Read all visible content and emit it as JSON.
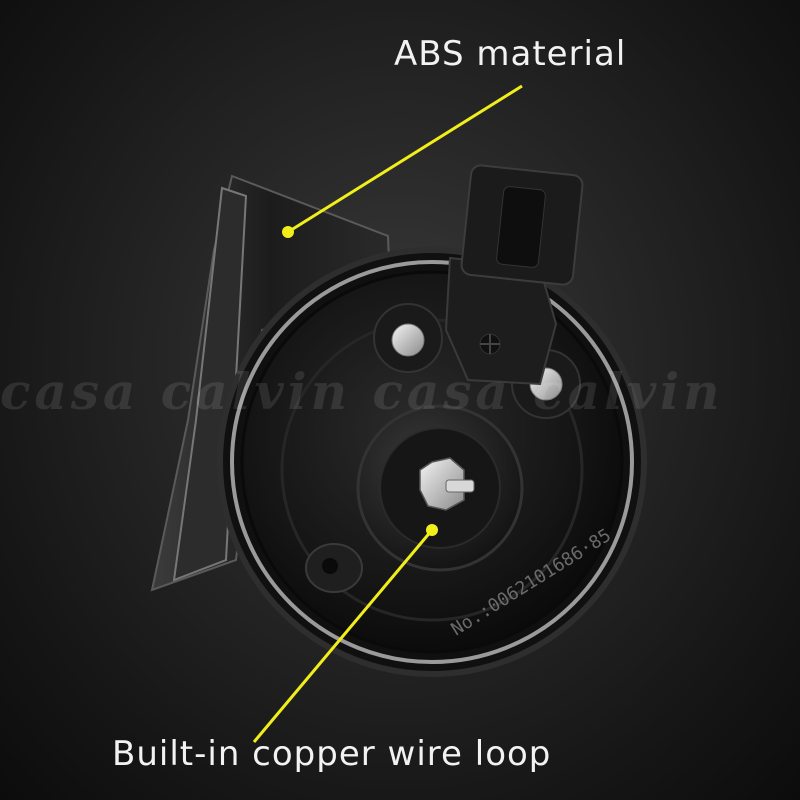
{
  "annotations": {
    "top_label": "ABS material",
    "bottom_label": "Built-in copper wire loop"
  },
  "watermark": {
    "text": "casa calvin casa calvin"
  },
  "product": {
    "serial_text": "No.:0062101686·85"
  },
  "colors": {
    "leader_line": "#f2ee1a",
    "label_text": "#f2f2f2"
  }
}
